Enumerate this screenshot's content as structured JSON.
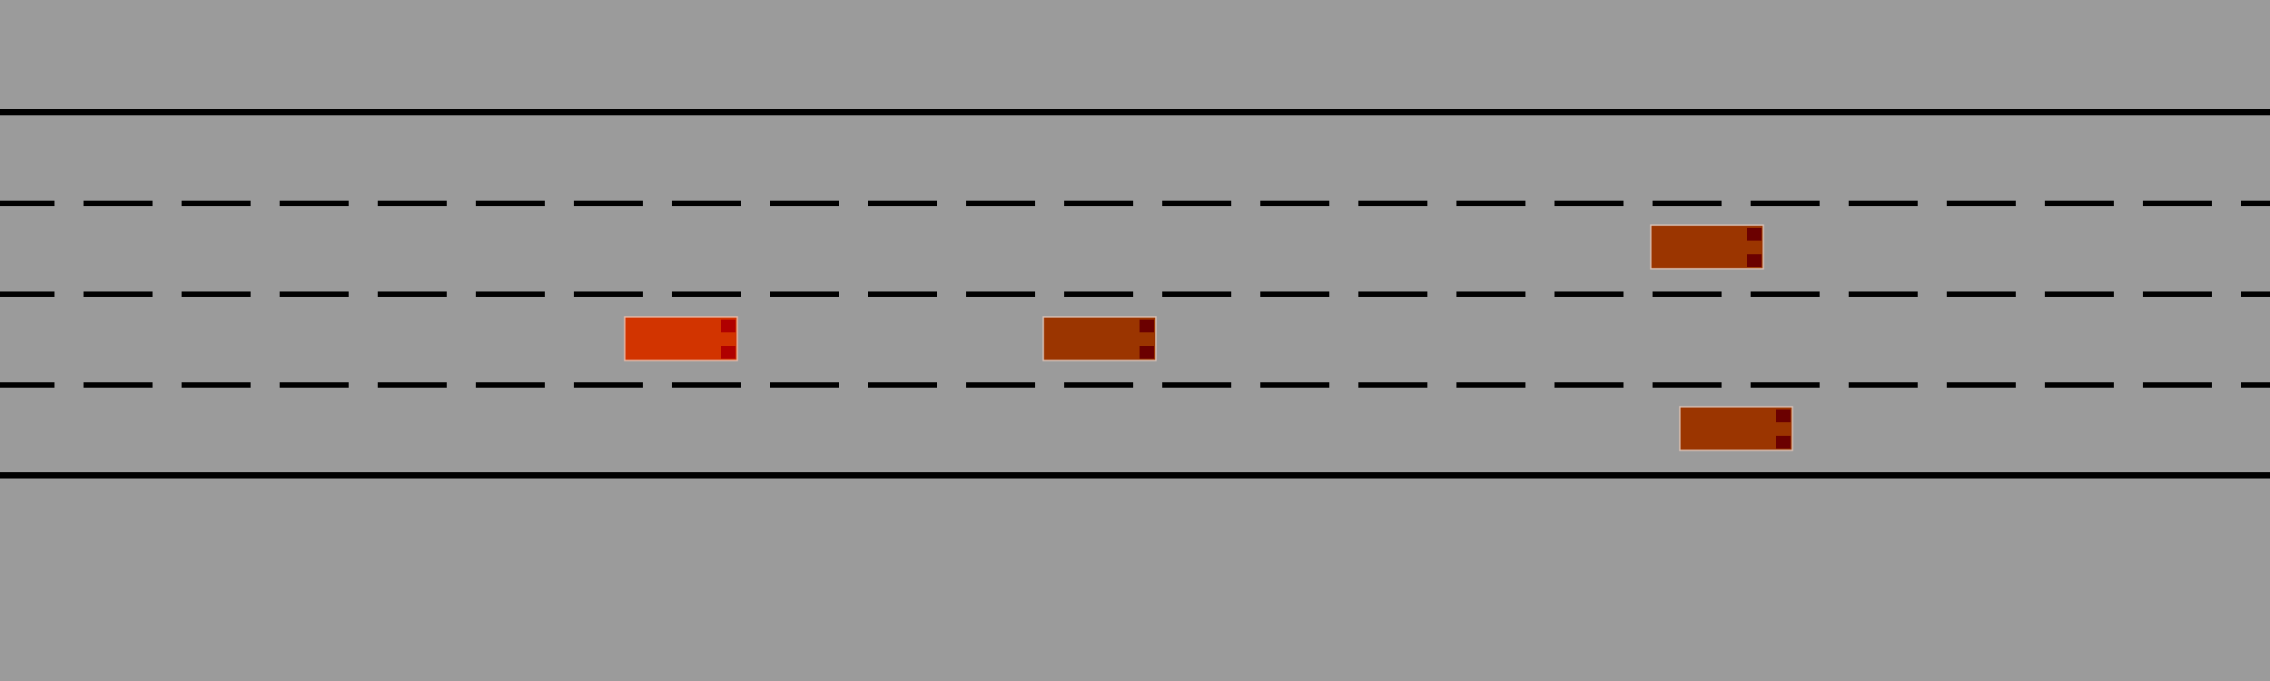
{
  "colors": {
    "background": "#9b9b9b",
    "road_line": "#000000",
    "ego_vehicle_body": "#d23400",
    "ego_vehicle_marker": "#b00000",
    "vehicle_body": "#9b3500",
    "vehicle_marker": "#6b0000",
    "vehicle_outline": "#d9c1b6"
  },
  "road": {
    "lane_count": 4,
    "outer_boundaries": "solid",
    "inner_dividers": "dashed"
  },
  "vehicles": [
    {
      "role": "ego",
      "lane": 3
    },
    {
      "role": "other",
      "lane": 3
    },
    {
      "role": "other",
      "lane": 2
    },
    {
      "role": "other",
      "lane": 4
    }
  ]
}
